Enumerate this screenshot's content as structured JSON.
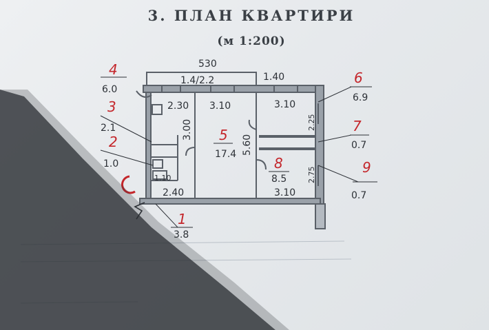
{
  "document": {
    "title": "3. ПЛАН КВАРТИРИ",
    "scale": "(м 1:200)"
  },
  "dimensions": {
    "top_total": "530",
    "top_right": "1.40",
    "hall_top": "1.4/2.2",
    "hall_width": "2.30",
    "room5_width": "3.10",
    "room6_width": "3.10",
    "hall_height": "3.00",
    "room5_depth": "5.60",
    "room6_depth": "2.25",
    "room8_depth": "2.75",
    "bottom_left": "2.40",
    "room8_width": "3.10",
    "bath_mark": "1.10"
  },
  "rooms": [
    {
      "number": "1",
      "area": "3.8"
    },
    {
      "number": "2",
      "area": "1.0"
    },
    {
      "number": "3",
      "area": "2.1"
    },
    {
      "number": "4",
      "area": "6.0"
    },
    {
      "number": "5",
      "area": "17.4"
    },
    {
      "number": "6",
      "area": "6.9"
    },
    {
      "number": "7",
      "area": "0.7"
    },
    {
      "number": "8",
      "area": "8.5"
    },
    {
      "number": "9",
      "area": "0.7"
    }
  ],
  "colors": {
    "ink": "#3a3f45",
    "wall": "#5a6068",
    "annotation_red": "#c4262b",
    "paper": "#eceef0",
    "shadow": "#2b2e33"
  }
}
